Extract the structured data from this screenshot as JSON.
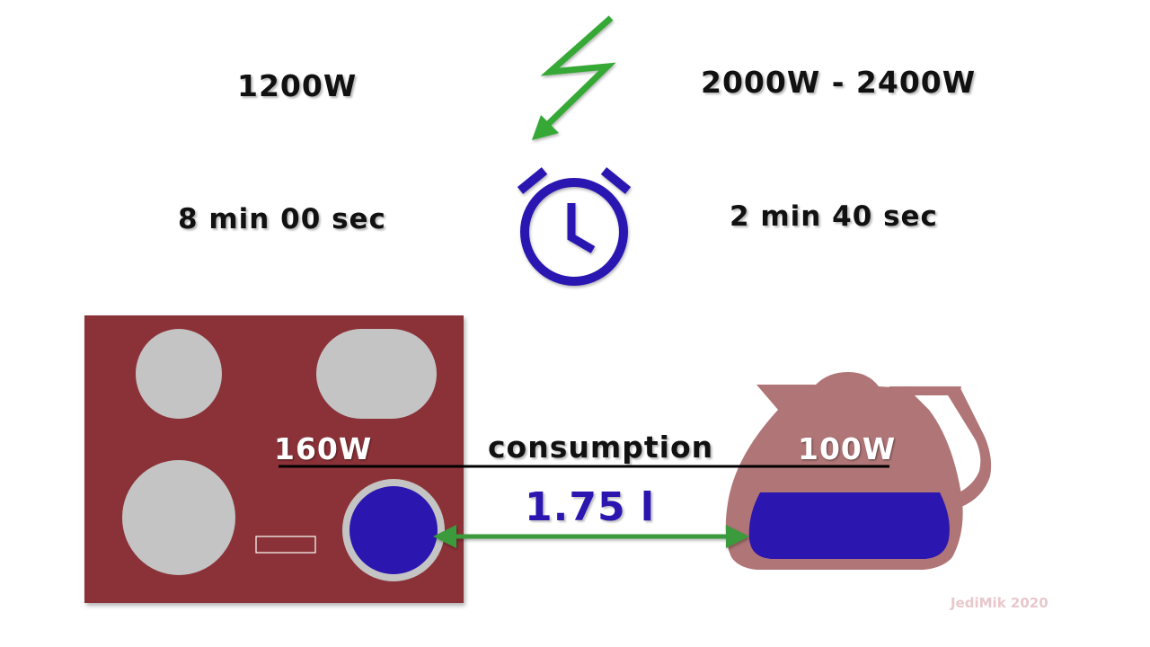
{
  "colors": {
    "hob": "#8b3337",
    "burner": "#c4c4c4",
    "active_burner": "#2b16b0",
    "kettle": "#b07576",
    "water": "#2b16b0",
    "arrow": "#3a9a3a",
    "bolt": "#35a835",
    "clock": "#2b16b0",
    "line": "#000000"
  },
  "icons": {
    "power": "lightning-bolt-icon",
    "time": "alarm-clock-icon",
    "appliance_left": "cooktop-icon",
    "appliance_right": "kettle-icon"
  },
  "power": {
    "left": "1200W",
    "right": "2000W - 2400W"
  },
  "time": {
    "left": "8 min 00 sec",
    "right": "2 min 40 sec"
  },
  "consumption": {
    "label": "consumption",
    "left": "160W",
    "right": "100W"
  },
  "volume": "1.75 l",
  "credit": "JediMik 2020"
}
